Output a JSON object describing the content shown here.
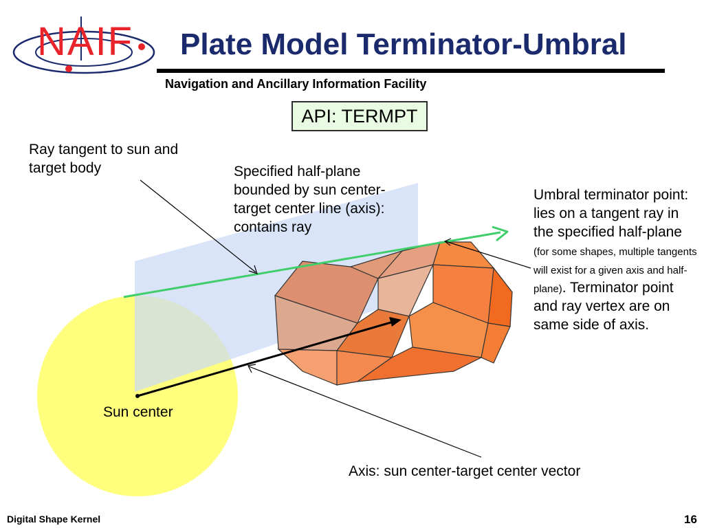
{
  "header": {
    "logo_text": "NAIF",
    "title": "Plate Model Terminator-Umbral",
    "subtitle": "Navigation and Ancillary Information Facility"
  },
  "api_label": "API: TERMPT",
  "labels": {
    "ray_tangent": "Ray tangent to sun and target body",
    "half_plane": "Specified half-plane bounded by sun center-target center line (axis): contains ray",
    "umbral_main": "Umbral terminator point: lies on a tangent ray in the specified half-plane",
    "umbral_note": "(for some shapes, multiple tangents will exist for a given axis and half-plane)",
    "umbral_period": ".",
    "umbral_tail": "Terminator point and ray vertex are on same side of axis.",
    "sun_center": "Sun center",
    "axis": "Axis: sun center-target center vector"
  },
  "footer": {
    "left": "Digital Shape Kernel",
    "page_number": "16"
  },
  "colors": {
    "title": "#1a2a6c",
    "logo_red": "#e8232a",
    "logo_navy": "#1a2a6c",
    "sun_yellow": "#ffff66",
    "half_plane_blue": "#c9d9f7",
    "tangent_ray_green": "#3fce6a",
    "target_orange": "#f58a40",
    "api_box_fill": "#e9fbe2"
  }
}
